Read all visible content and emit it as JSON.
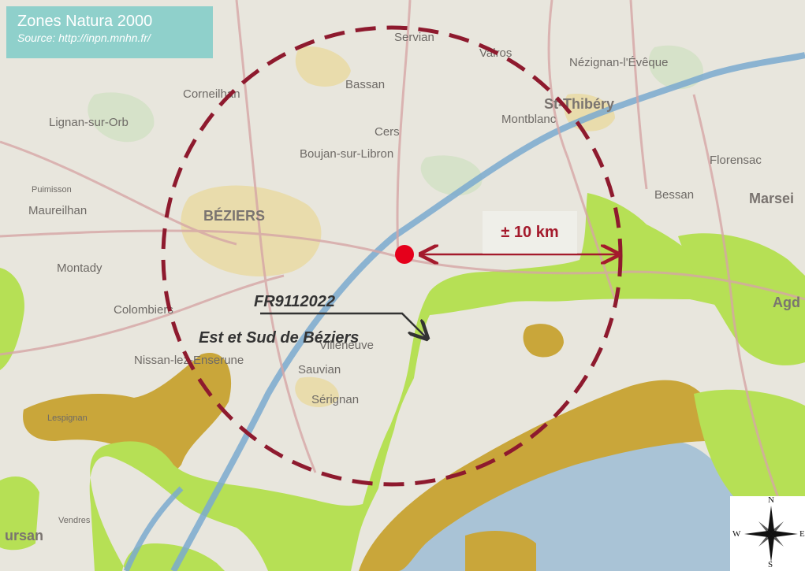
{
  "title": {
    "heading": "Zones Natura 2000",
    "source": "Source: http://inpn.mnhn.fr/"
  },
  "distance_label": "± 10 km",
  "zone": {
    "code": "FR9112022",
    "name": "Est et Sud de Béziers"
  },
  "compass": {
    "n": "N",
    "s": "S",
    "e": "E",
    "w": "W"
  },
  "place_labels": {
    "beziers": "BÉZIERS",
    "serignan": "Sérignan",
    "sauvian": "Sauvian",
    "villeneuve": "Villeneuve",
    "boujan": "Boujan-sur-Libron",
    "bassan": "Bassan",
    "cers": "Cers",
    "corneilhan": "Corneilhan",
    "lignan": "Lignan-sur-Orb",
    "maureilhan": "Maureilhan",
    "montady": "Montady",
    "colombiers": "Colombiers",
    "nissan": "Nissan-lez-Enserune",
    "servian": "Servian",
    "valros": "Valros",
    "montblanc": "Montblanc",
    "st_thibery": "St-Thibéry",
    "nezignan": "Nézignan-l'Évêque",
    "florensac": "Florensac",
    "bessan": "Bessan",
    "marseillan": "Marsei",
    "agde": "Agd",
    "coursan": "ursan",
    "puissalicon": "Puimisson",
    "lespignan": "Lespignan",
    "vendres": "Vendres"
  },
  "colors": {
    "natura_green": "#b6e055",
    "natura_ochre": "#c9a63a",
    "sea": "#a9c3d6",
    "circle": "#8e1a2e",
    "marker": "#e5001b",
    "title_bg": "#8fd0cb"
  }
}
